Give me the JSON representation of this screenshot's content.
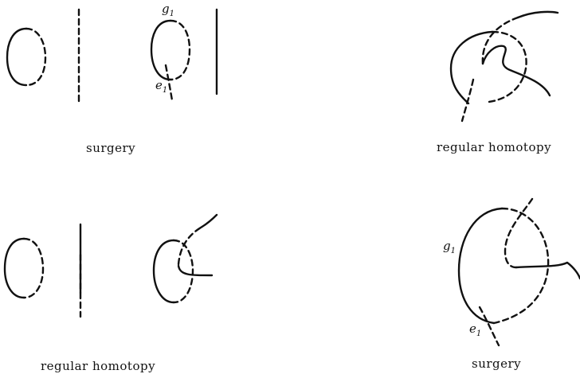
{
  "panels": {
    "top_left": {
      "caption": "surgery",
      "label_g": "g",
      "label_g_sub": "1",
      "label_e": "e",
      "label_e_sub": "1"
    },
    "top_right": {
      "caption": "regular homotopy"
    },
    "bottom_left": {
      "caption": "regular homotopy"
    },
    "bottom_right": {
      "caption": "surgery",
      "label_g": "g",
      "label_g_sub": "1",
      "label_e": "e",
      "label_e_sub": "1"
    }
  }
}
